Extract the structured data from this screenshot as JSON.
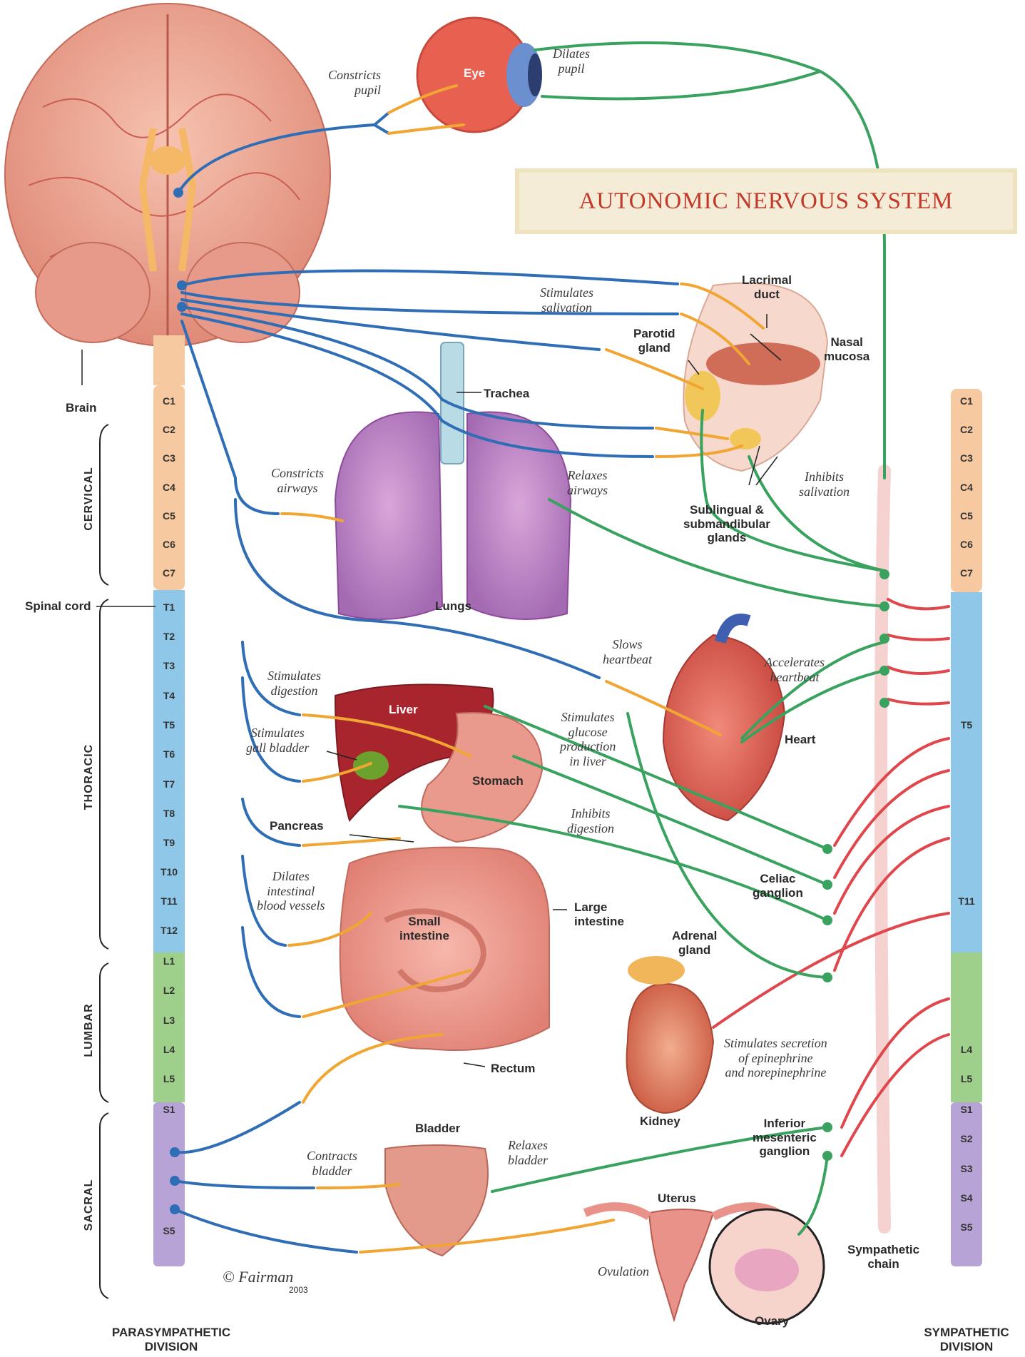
{
  "title": "AUTONOMIC NERVOUS SYSTEM",
  "divisions": {
    "left": "PARASYMPATHETIC DIVISION",
    "left_line1": "PARASYMPATHETIC",
    "left_line2": "DIVISION",
    "right_line1": "SYMPATHETIC",
    "right_line2": "DIVISION"
  },
  "regions": {
    "cervical": "CERVICAL",
    "thoracic": "THORACIC",
    "lumbar": "LUMBAR",
    "sacral": "SACRAL"
  },
  "left_segments": [
    "C1",
    "C2",
    "C3",
    "C4",
    "C5",
    "C6",
    "C7",
    "T1",
    "T2",
    "T3",
    "T4",
    "T5",
    "T6",
    "T7",
    "T8",
    "T9",
    "T10",
    "T11",
    "T12",
    "L1",
    "L2",
    "L3",
    "L4",
    "L5",
    "S1",
    "S5"
  ],
  "right_segments": [
    "C1",
    "C2",
    "C3",
    "C4",
    "C5",
    "C6",
    "C7",
    "T5",
    "T11",
    "L4",
    "L5",
    "S1",
    "S2",
    "S3",
    "S4",
    "S5"
  ],
  "structures": {
    "brain": "Brain",
    "spinal_cord": "Spinal cord",
    "eye": "Eye",
    "lacrimal_duct_1": "Lacrimal",
    "lacrimal_duct_2": "duct",
    "nasal_mucosa_1": "Nasal",
    "nasal_mucosa_2": "mucosa",
    "parotid_1": "Parotid",
    "parotid_2": "gland",
    "trachea": "Trachea",
    "lungs": "Lungs",
    "sublingual_1": "Sublingual &",
    "sublingual_2": "submandibular",
    "sublingual_3": "glands",
    "heart": "Heart",
    "liver": "Liver",
    "stomach": "Stomach",
    "pancreas": "Pancreas",
    "small_intestine_1": "Small",
    "small_intestine_2": "intestine",
    "large_intestine_1": "Large",
    "large_intestine_2": "intestine",
    "celiac_1": "Celiac",
    "celiac_2": "ganglion",
    "adrenal_1": "Adrenal",
    "adrenal_2": "gland",
    "kidney": "Kidney",
    "rectum": "Rectum",
    "bladder": "Bladder",
    "inferior_mes_1": "Inferior",
    "inferior_mes_2": "mesenteric",
    "inferior_mes_3": "ganglion",
    "uterus": "Uterus",
    "ovary": "Ovary",
    "sympathetic_chain_1": "Sympathetic",
    "sympathetic_chain_2": "chain"
  },
  "actions": {
    "constricts_pupil_1": "Constricts",
    "constricts_pupil_2": "pupil",
    "dilates_pupil_1": "Dilates",
    "dilates_pupil_2": "pupil",
    "stim_saliv_1": "Stimulates",
    "stim_saliv_2": "salivation",
    "inhib_saliv_1": "Inhibits",
    "inhib_saliv_2": "salivation",
    "constricts_airways_1": "Constricts",
    "constricts_airways_2": "airways",
    "relaxes_airways_1": "Relaxes",
    "relaxes_airways_2": "airways",
    "slows_hb_1": "Slows",
    "slows_hb_2": "heartbeat",
    "accel_hb_1": "Accelerates",
    "accel_hb_2": "heartbeat",
    "stim_digestion_1": "Stimulates",
    "stim_digestion_2": "digestion",
    "stim_gall_1": "Stimulates",
    "stim_gall_2": "gall bladder",
    "stim_glucose_1": "Stimulates",
    "stim_glucose_2": "glucose",
    "stim_glucose_3": "production",
    "stim_glucose_4": "in liver",
    "inhib_digestion_1": "Inhibits",
    "inhib_digestion_2": "digestion",
    "dilates_vessels_1": "Dilates",
    "dilates_vessels_2": "intestinal",
    "dilates_vessels_3": "blood vessels",
    "stim_epi_1": "Stimulates secretion",
    "stim_epi_2": "of epinephrine",
    "stim_epi_3": "and norepinephrine",
    "contracts_bladder_1": "Contracts",
    "contracts_bladder_2": "bladder",
    "relaxes_bladder_1": "Relaxes",
    "relaxes_bladder_2": "bladder",
    "ovulation": "Ovulation"
  },
  "signature": {
    "copyright": "©",
    "name": "Fairman",
    "year": "2003"
  },
  "colors": {
    "parasympathetic": "#2f6db5",
    "postganglionic": "#f1a634",
    "sympathetic_pre": "#e0474c",
    "sympathetic_post": "#3aa25f",
    "cervical": "#f7c9a0",
    "thoracic": "#8ec7e8",
    "lumbar": "#9ed08c",
    "sacral": "#b7a3d6",
    "title_text": "#c0392b"
  }
}
